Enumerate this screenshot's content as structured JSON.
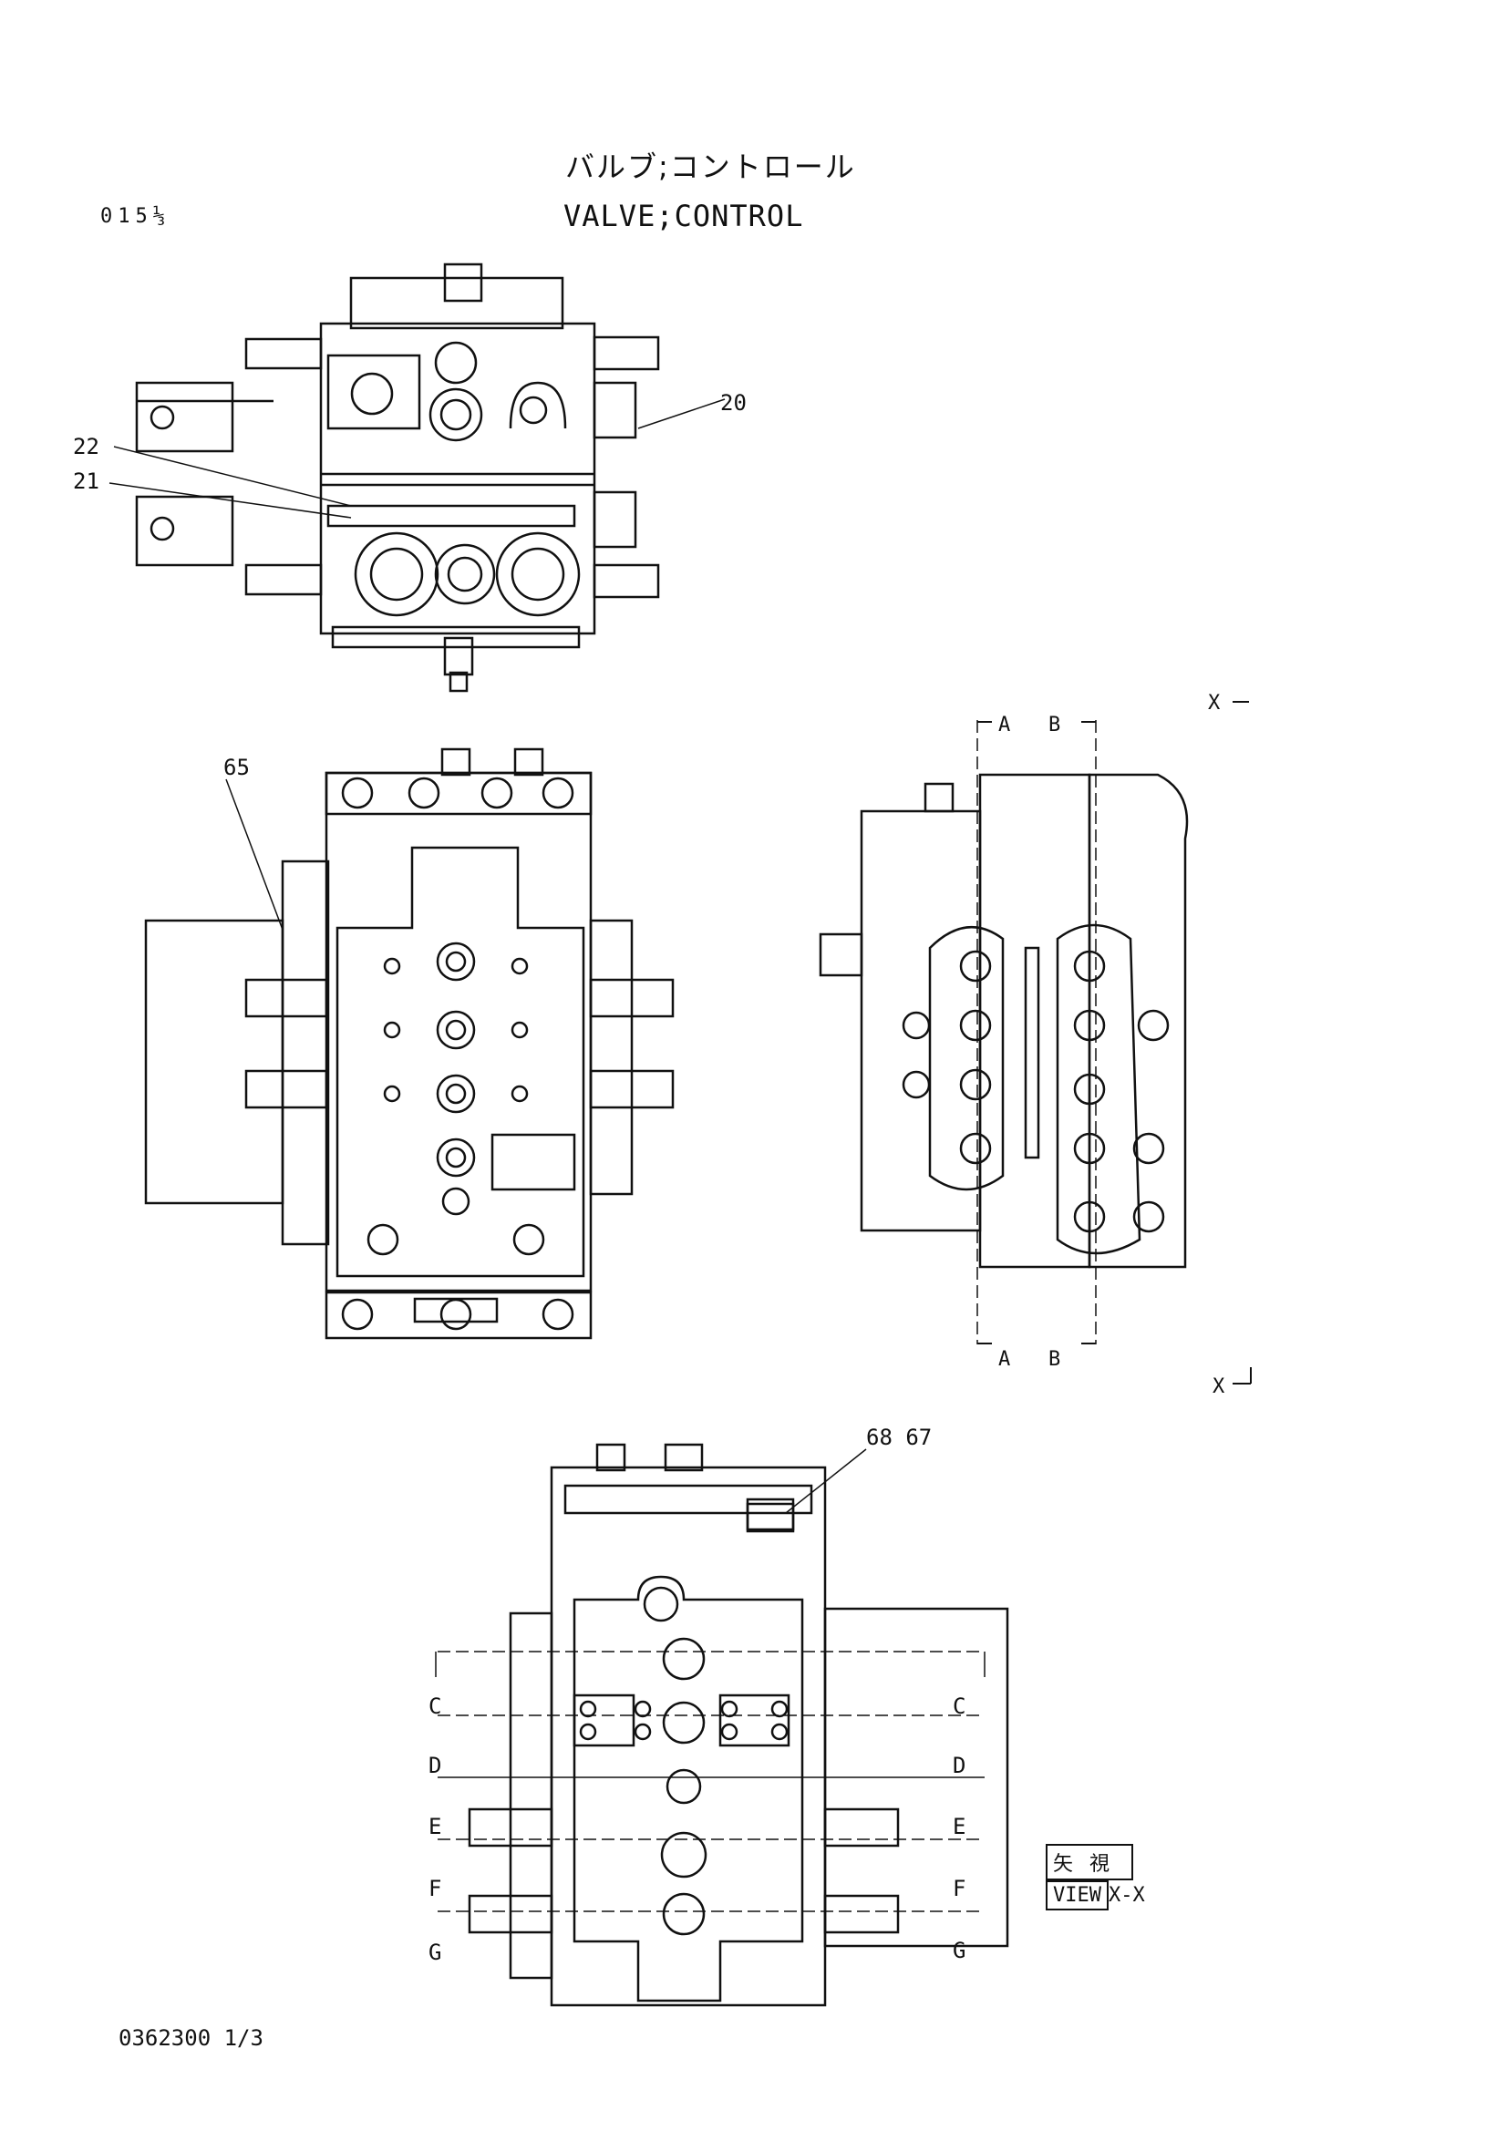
{
  "header": {
    "title_jp": "バルブ;コントロール",
    "title_en": "VALVE;CONTROL",
    "page_number": "015⅓"
  },
  "footer": {
    "drawing_number": "0362300 1/3"
  },
  "callouts": {
    "p20": "20",
    "p21": "21",
    "p22": "22",
    "p65": "65",
    "p68_67": "68 67"
  },
  "section_markers": {
    "A": "A",
    "B": "B",
    "X": "X",
    "C": "C",
    "D": "D",
    "E": "E",
    "F": "F",
    "G": "G"
  },
  "view_label": {
    "jp": "矢視",
    "en": "VIEW",
    "suffix": "X-X"
  }
}
